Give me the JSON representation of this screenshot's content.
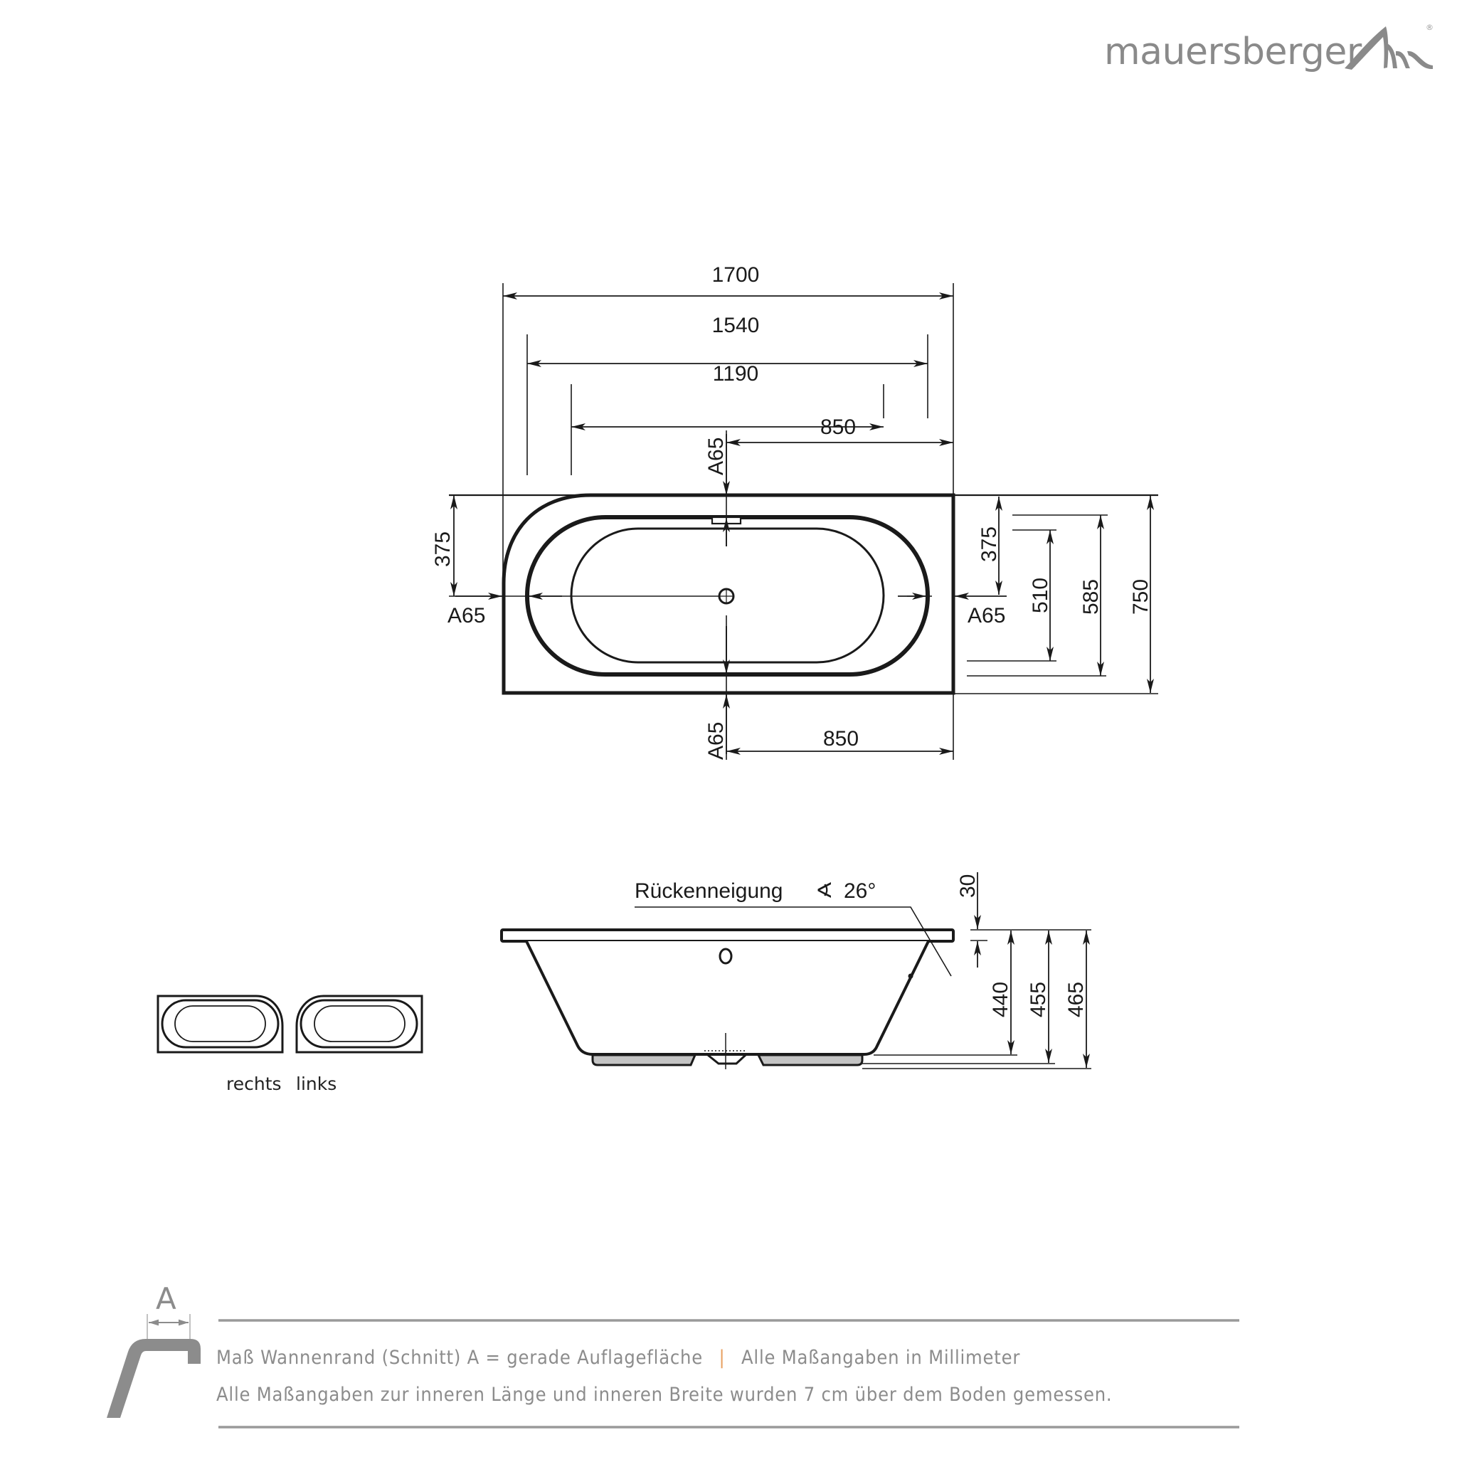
{
  "brand": {
    "name": "mauersberger",
    "registered_mark": "®",
    "color": "#8a8a8a"
  },
  "top_view": {
    "dimensions": {
      "overall_length": "1700",
      "inner_length_top": "1540",
      "inner_length_bottom": "1190",
      "center_offset_top": "850",
      "center_offset_bottom": "850",
      "half_width_left": "375",
      "half_width_right": "375",
      "inner_width_bottom": "510",
      "inner_width_top": "585",
      "overall_width": "750"
    },
    "rim_labels": {
      "top": "A65",
      "left": "A65",
      "right": "A65",
      "bottom": "A65"
    }
  },
  "side_view": {
    "back_slope_label": "Rückenneigung",
    "back_slope_symbol": "∢",
    "back_slope_angle": "26°",
    "dimensions": {
      "rim_thickness": "30",
      "inner_depth": "440",
      "depth_to_floor": "455",
      "total_height": "465"
    }
  },
  "variants": [
    {
      "label": "rechts"
    },
    {
      "label": "links"
    }
  ],
  "legend": {
    "profile_letter": "A",
    "line1_part1": "Maß Wannenrand (Schnitt) A = gerade Auflagefläche",
    "separator": "|",
    "line1_part2": "Alle Maßangaben in Millimeter",
    "line2": "Alle Maßangaben zur inneren Länge und inneren Breite wurden 7 cm über dem Boden gemessen.",
    "text_color": "#8c8c8c",
    "separator_color": "#e8a060",
    "rule_color": "#9a9a9a"
  }
}
